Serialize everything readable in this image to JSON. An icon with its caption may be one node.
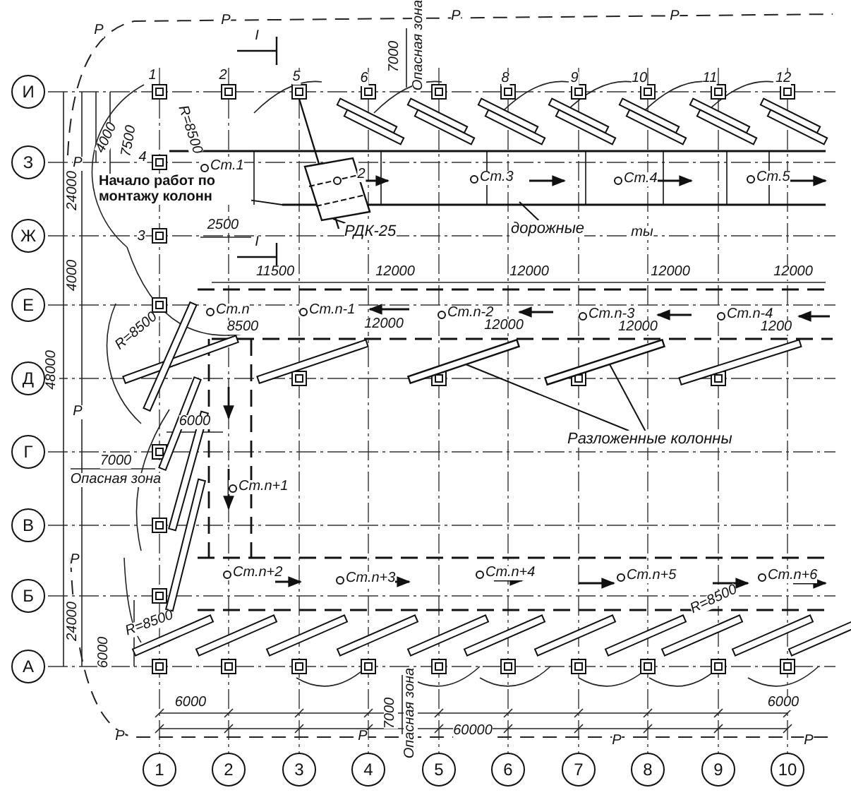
{
  "diagram": {
    "nodes": [
      {
        "text": [
          "И"
        ]
      },
      {
        "text": [
          "З"
        ]
      },
      {
        "text": [
          "Ж"
        ]
      },
      {
        "text": [
          "Е"
        ]
      },
      {
        "text": [
          "Д"
        ]
      },
      {
        "text": [
          "Г"
        ]
      },
      {
        "text": [
          "В"
        ]
      },
      {
        "text": [
          "Б"
        ]
      },
      {
        "text": [
          "А"
        ]
      },
      {
        "text": [
          "1"
        ]
      },
      {
        "text": [
          "2"
        ]
      },
      {
        "text": [
          "3"
        ]
      },
      {
        "text": [
          "4"
        ]
      },
      {
        "text": [
          "5"
        ]
      },
      {
        "text": [
          "6"
        ]
      },
      {
        "text": [
          "7"
        ]
      },
      {
        "text": [
          "8"
        ]
      },
      {
        "text": [
          "9"
        ]
      },
      {
        "text": [
          "10"
        ]
      },
      {
        "text": [],
        "shape": "box"
      },
      {
        "text": [
          "РДК-25"
        ]
      },
      {
        "text": [
          "Разложенные колонны"
        ]
      },
      {
        "text": [],
        "shape": "bar"
      },
      {
        "text": [],
        "shape": "bar"
      },
      {
        "text": [
          "Начало работ по монтажу колонн"
        ]
      },
      {
        "text": [
          "дорожные"
        ]
      }
    ],
    "edges": [
      {
        "from": 20,
        "to": 19,
        "arrow": "none"
      },
      {
        "from": 21,
        "to": 22,
        "arrow": "none"
      },
      {
        "from": 21,
        "to": 23,
        "arrow": "none"
      },
      {
        "from": 24,
        "to": null,
        "arrow": "none"
      },
      {
        "from": 25,
        "to": null,
        "arrow": "none"
      }
    ],
    "labels": [
      "Р",
      "Р",
      "Р",
      "Р",
      "I",
      "7000",
      "Опасная зона",
      "1",
      "2",
      "5",
      "6",
      "8",
      "9",
      "10",
      "11",
      "12",
      "4000",
      "7500",
      "R=8500",
      "4",
      "Р",
      "Ст.1",
      "2",
      "Ст.3",
      "Ст.4",
      "Ст.5",
      "3",
      "2500",
      "I",
      "ты",
      "24000",
      "4000",
      "11500",
      "12000",
      "12000",
      "12000",
      "12000",
      "Ст.n",
      "Ст.n-1",
      "Ст.n-2",
      "Ст.n-3",
      "Ст.n-4",
      "R=8500",
      "8500",
      "12000",
      "12000",
      "12000",
      "1200",
      "48000",
      "Р",
      "6000",
      "7000",
      "Опасная зона",
      "Ст.n+1",
      "24000",
      "Р",
      "Ст.n+2",
      "Ст.n+3",
      "Ст.n+4",
      "Ст.n+5",
      "Ст.n+6",
      "R=8500",
      "R=8500",
      "6000",
      "6000",
      "7000",
      "Опасная зона",
      "6000",
      "60000",
      "Р",
      "Р",
      "Р",
      "Р"
    ]
  }
}
